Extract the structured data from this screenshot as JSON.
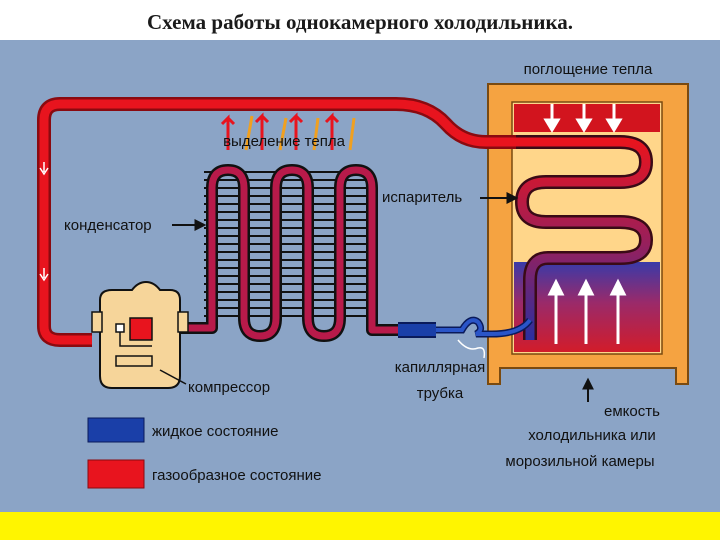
{
  "title": "Схема работы однокамерного холодильника.",
  "labels": {
    "heat_absorption": "поглощение тепла",
    "heat_release": "выделение тепла",
    "evaporator": "испаритель",
    "condenser": "конденсатор",
    "compressor": "компрессор",
    "capillary_line1": "капиллярная",
    "capillary_line2": "трубка",
    "chamber_line1": "емкость",
    "chamber_line2": "холодильника или",
    "chamber_line3": "морозильной камеры"
  },
  "legend": {
    "liquid": "жидкое состояние",
    "gas": "газообразное состояние"
  },
  "colors": {
    "panel": "#8ba4c6",
    "hot_pipe": "#e8141e",
    "cold_pipe": "#1a3fa8",
    "chamber_frame": "#f5a341",
    "chamber_inner": "#ffd68a",
    "bottom_bar": "#fff500"
  }
}
